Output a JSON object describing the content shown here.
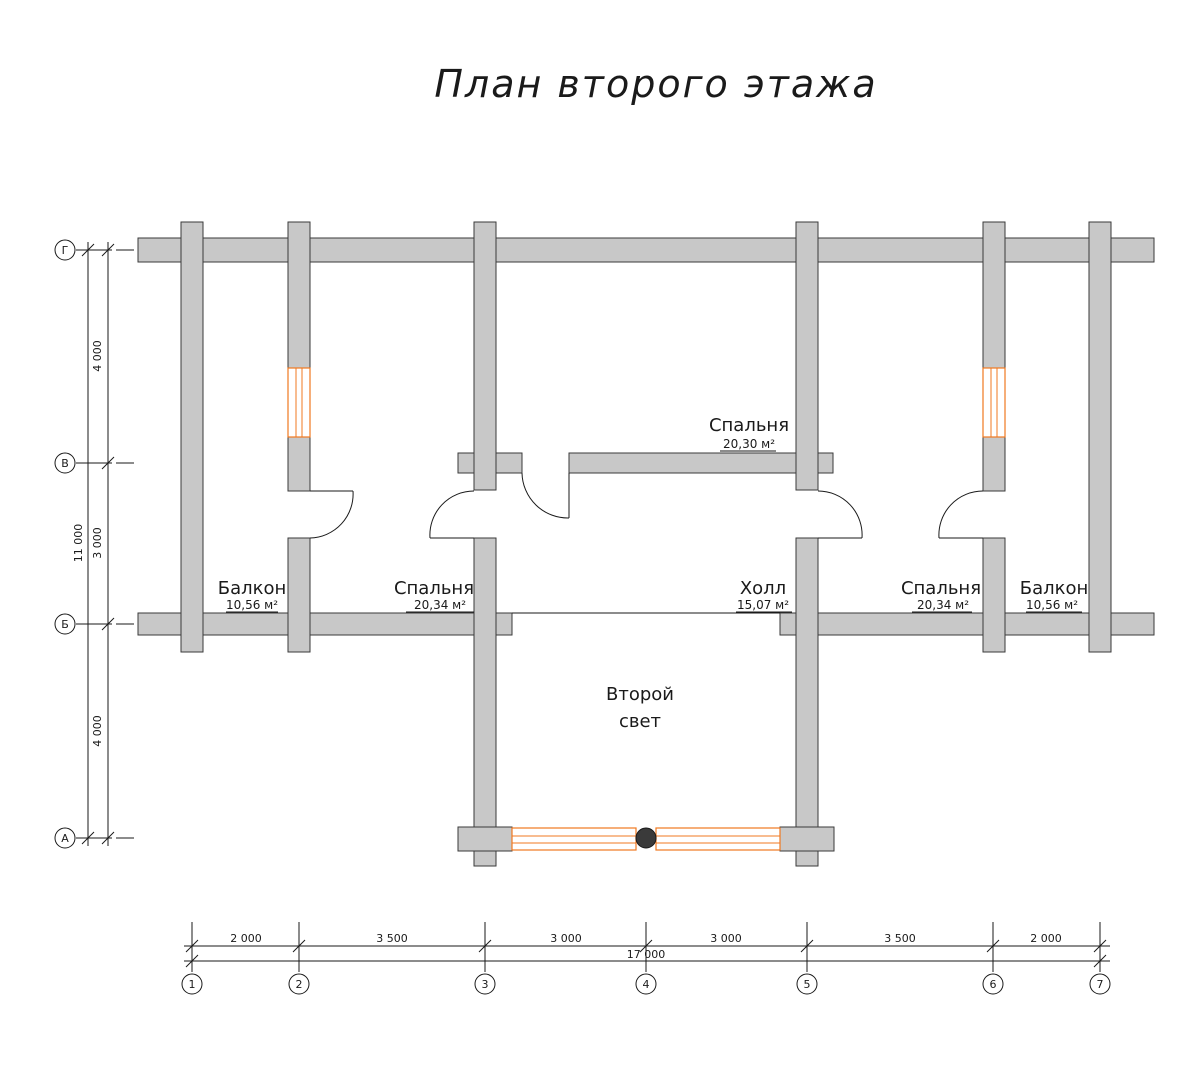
{
  "title": "План второго этажа",
  "rooms": [
    {
      "name": "Балкон",
      "area": "10,56 м²"
    },
    {
      "name": "Спальня",
      "area": "20,34 м²"
    },
    {
      "name": "Спальня",
      "area": "20,30 м²"
    },
    {
      "name": "Холл",
      "area": "15,07 м²"
    },
    {
      "name": "Спальня",
      "area": "20,34 м²"
    },
    {
      "name": "Балкон",
      "area": "10,56 м²"
    }
  ],
  "second_light": {
    "line1": "Второй",
    "line2": "свет"
  },
  "axes_rows": [
    "Г",
    "В",
    "Б",
    "А"
  ],
  "axes_cols": [
    "1",
    "2",
    "3",
    "4",
    "5",
    "6",
    "7"
  ],
  "dims_bottom": [
    "2 000",
    "3 500",
    "3 000",
    "3 000",
    "3 500",
    "2 000"
  ],
  "dim_bottom_total": "17 000",
  "dims_left": [
    "4 000",
    "3 000",
    "4 000"
  ],
  "dim_left_total": "11 000",
  "colors": {
    "wall_fill": "#c8c8c8",
    "window": "#f07820",
    "line": "#1a1a1a"
  }
}
